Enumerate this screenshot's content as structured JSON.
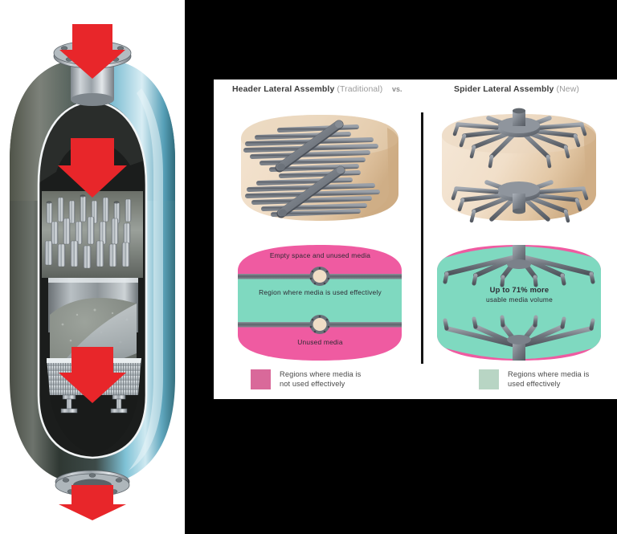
{
  "vessel": {
    "name": "filtration-vessel-cutaway",
    "arrows": [
      "inlet-flow-arrow-top",
      "distribution-flow-arrow",
      "collection-flow-arrow",
      "outlet-flow-arrow-bottom"
    ],
    "arrow_color": "#e8262a",
    "shell_color": "#5aa8bd",
    "shell_shadow": "#4e524a",
    "internal_color": "#b9bdc0"
  },
  "panel": {
    "background": "#ffffff",
    "divider_color": "#141414",
    "vs_label": "vs.",
    "headings": {
      "left": {
        "bold": "Header Lateral Assembly",
        "paren": "(Traditional)"
      },
      "right": {
        "bold": "Spider Lateral Assembly",
        "paren": "(New)"
      }
    }
  },
  "figures": {
    "left_top": {
      "name": "header-lateral-assembly-illustration",
      "vessel_fill": "#ecd9c0",
      "pipe_color": "#6e727a"
    },
    "right_top": {
      "name": "spider-lateral-assembly-illustration",
      "vessel_fill": "#ecd9c0",
      "pipe_color": "#6e727a"
    },
    "left_bottom": {
      "name": "header-lateral-media-usage-diagram",
      "unused_color": "#ef5ba1",
      "used_color": "#7fd9c0",
      "labels": {
        "top": "Empty space and\nunused media",
        "middle": "Region where media\nis used effectively",
        "bottom": "Unused media"
      }
    },
    "right_bottom": {
      "name": "spider-lateral-media-usage-diagram",
      "unused_color": "#ef5ba1",
      "used_color": "#7fd9c0",
      "labels": {
        "headline": "Up to 71% more",
        "sub": "usable media volume"
      }
    }
  },
  "legend": {
    "items": [
      {
        "color": "#d9699a",
        "label": "Regions where media is\nnot used effectively"
      },
      {
        "color": "#b8d5c4",
        "label": "Regions where media is\nused effectively"
      }
    ]
  }
}
